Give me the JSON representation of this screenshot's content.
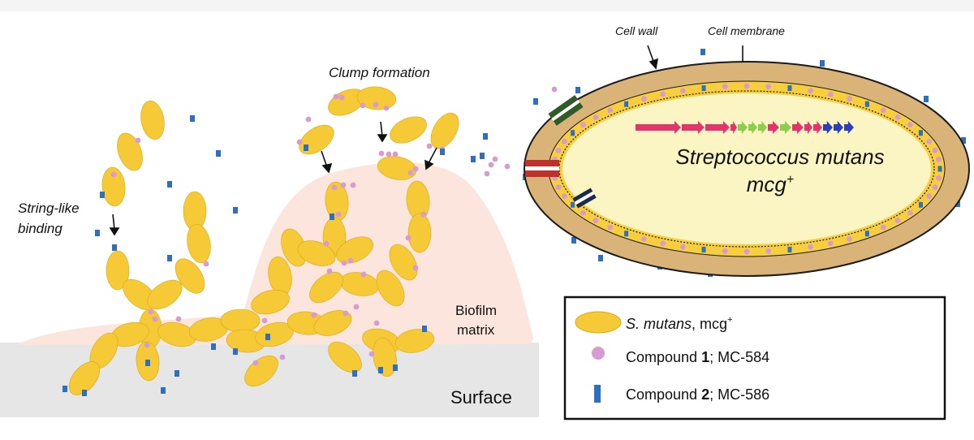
{
  "labels": {
    "clump_formation": "Clump formation",
    "string_like_1": "String-like",
    "string_like_2": "binding",
    "biofilm_1": "Biofilm",
    "biofilm_2": "matrix",
    "surface": "Surface",
    "cell_wall": "Cell wall",
    "cell_membrane": "Cell membrane",
    "organism_line1": "Streptococcus mutans",
    "organism_line2_main": "mcg",
    "organism_line2_sup": "+"
  },
  "legend": {
    "item1_species": "S. mutans",
    "item1_rest": ", mcg",
    "item1_sup": "+",
    "item2_prefix": "Compound ",
    "item2_bold": "1",
    "item2_suffix": "; MC-584",
    "item3_prefix": "Compound ",
    "item3_bold": "2",
    "item3_suffix": "; MC-586"
  },
  "colors": {
    "bacterium": "#f6c936",
    "bacterium_edge": "#d9a916",
    "compound1": "#d79bd1",
    "compound2": "#2f6fbf",
    "biofilm": "#fbe5dc",
    "surface": "#e6e6e6",
    "cell_wall": "#d9b377",
    "cell_membrane": "#f7cf3e",
    "cytoplasm": "#fbf4c3",
    "gene_pink": "#e5336e",
    "gene_green": "#8ccf4a",
    "gene_blue": "#2b3fb8",
    "transporter_green": "#2f5a2a",
    "transporter_red": "#c0302c",
    "transporter_navy": "#1d2b4a"
  }
}
